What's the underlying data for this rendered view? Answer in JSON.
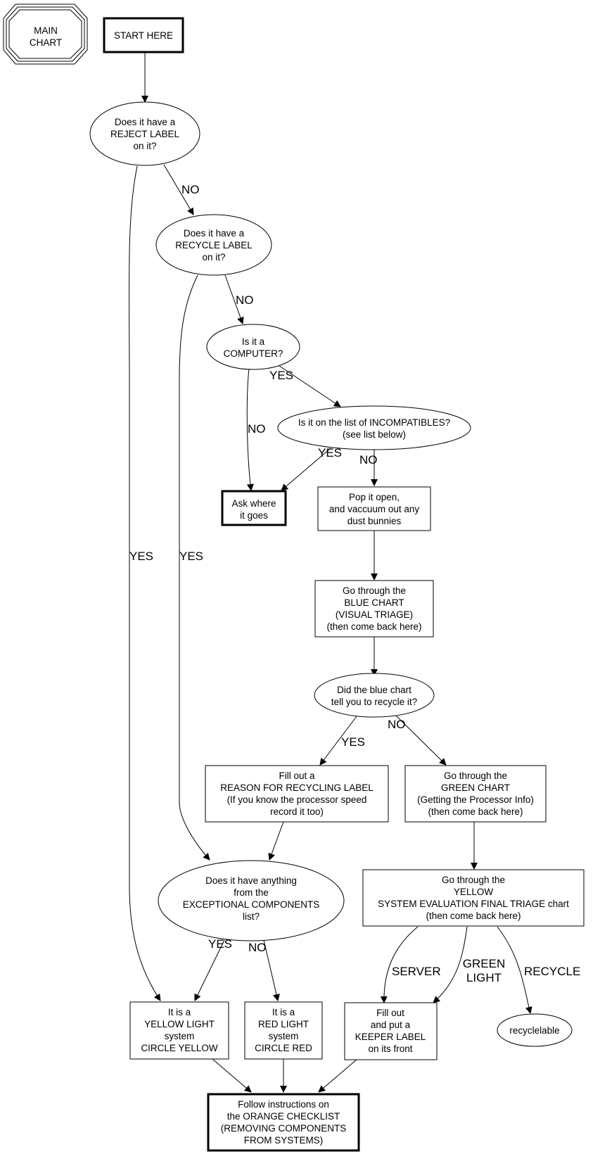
{
  "diagram": {
    "type": "flowchart",
    "title_node": {
      "id": "main_chart",
      "lines": [
        "MAIN",
        "CHART"
      ],
      "shape": "tripleoctagon"
    },
    "nodes": [
      {
        "id": "start",
        "lines": [
          "START HERE"
        ],
        "shape": "box",
        "bold": true
      },
      {
        "id": "reject_label",
        "lines": [
          "Does it have a",
          "REJECT LABEL",
          "on it?"
        ],
        "shape": "ellipse"
      },
      {
        "id": "recycle_label",
        "lines": [
          "Does it have a",
          "RECYCLE LABEL",
          "on it?"
        ],
        "shape": "ellipse"
      },
      {
        "id": "is_computer",
        "lines": [
          "Is it a",
          "COMPUTER?"
        ],
        "shape": "ellipse"
      },
      {
        "id": "incompatibles",
        "lines": [
          "Is it on the list of INCOMPATIBLES?",
          "(see list below)"
        ],
        "shape": "ellipse"
      },
      {
        "id": "ask_where",
        "lines": [
          "Ask where",
          "it goes"
        ],
        "shape": "box",
        "bold": true
      },
      {
        "id": "pop_open",
        "lines": [
          "Pop it open,",
          "and vaccuum out any",
          "dust bunnies"
        ],
        "shape": "box"
      },
      {
        "id": "blue_chart",
        "lines": [
          "Go through the",
          "BLUE CHART",
          "(VISUAL TRIAGE)",
          "(then come back here)"
        ],
        "shape": "box"
      },
      {
        "id": "blue_recycle",
        "lines": [
          "Did the blue chart",
          "tell you to recycle it?"
        ],
        "shape": "ellipse"
      },
      {
        "id": "reason_label",
        "lines": [
          "Fill out a",
          "REASON FOR RECYCLING LABEL",
          "(If you know the processor speed",
          "record it too)"
        ],
        "shape": "box"
      },
      {
        "id": "green_chart",
        "lines": [
          "Go through the",
          "GREEN CHART",
          "(Getting the Processor Info)",
          "(then come back here)"
        ],
        "shape": "box"
      },
      {
        "id": "exceptional",
        "lines": [
          "Does it have anything",
          "from the",
          "EXCEPTIONAL COMPONENTS",
          "list?"
        ],
        "shape": "ellipse"
      },
      {
        "id": "yellow_chart",
        "lines": [
          "Go through the",
          "YELLOW",
          "SYSTEM EVALUATION FINAL TRIAGE chart",
          "(then come back here)"
        ],
        "shape": "box"
      },
      {
        "id": "yellow_light",
        "lines": [
          "It is a",
          "YELLOW LIGHT",
          "system",
          "CIRCLE YELLOW"
        ],
        "shape": "box"
      },
      {
        "id": "red_light",
        "lines": [
          "It is a",
          "RED LIGHT",
          "system",
          "CIRCLE RED"
        ],
        "shape": "box"
      },
      {
        "id": "keeper_label",
        "lines": [
          "Fill out",
          "and put a",
          "KEEPER LABEL",
          "on its front"
        ],
        "shape": "box"
      },
      {
        "id": "recyclable",
        "lines": [
          "recyclelable"
        ],
        "shape": "ellipse"
      },
      {
        "id": "orange_checklist",
        "lines": [
          "Follow instructions on",
          "the ORANGE CHECKLIST",
          "(REMOVING COMPONENTS",
          "FROM SYSTEMS)"
        ],
        "shape": "box",
        "bold": true
      }
    ],
    "edges": [
      {
        "from": "start",
        "to": "reject_label",
        "label": ""
      },
      {
        "from": "reject_label",
        "to": "recycle_label",
        "label": "NO"
      },
      {
        "from": "reject_label",
        "to": "yellow_light",
        "label": "YES"
      },
      {
        "from": "recycle_label",
        "to": "is_computer",
        "label": "NO"
      },
      {
        "from": "recycle_label",
        "to": "exceptional",
        "label": "YES"
      },
      {
        "from": "is_computer",
        "to": "incompatibles",
        "label": "YES"
      },
      {
        "from": "is_computer",
        "to": "ask_where",
        "label": "NO"
      },
      {
        "from": "incompatibles",
        "to": "ask_where",
        "label": "YES"
      },
      {
        "from": "incompatibles",
        "to": "pop_open",
        "label": "NO"
      },
      {
        "from": "pop_open",
        "to": "blue_chart",
        "label": ""
      },
      {
        "from": "blue_chart",
        "to": "blue_recycle",
        "label": ""
      },
      {
        "from": "blue_recycle",
        "to": "reason_label",
        "label": "YES"
      },
      {
        "from": "blue_recycle",
        "to": "green_chart",
        "label": "NO"
      },
      {
        "from": "reason_label",
        "to": "exceptional",
        "label": ""
      },
      {
        "from": "green_chart",
        "to": "yellow_chart",
        "label": ""
      },
      {
        "from": "exceptional",
        "to": "yellow_light",
        "label": "YES"
      },
      {
        "from": "exceptional",
        "to": "red_light",
        "label": "NO"
      },
      {
        "from": "yellow_chart",
        "to": "keeper_label",
        "label": "SERVER"
      },
      {
        "from": "yellow_chart",
        "to": "keeper_label",
        "label": "GREEN\nLIGHT"
      },
      {
        "from": "yellow_chart",
        "to": "recyclable",
        "label": "RECYCLE"
      },
      {
        "from": "yellow_light",
        "to": "orange_checklist",
        "label": ""
      },
      {
        "from": "red_light",
        "to": "orange_checklist",
        "label": ""
      },
      {
        "from": "keeper_label",
        "to": "orange_checklist",
        "label": ""
      }
    ]
  }
}
